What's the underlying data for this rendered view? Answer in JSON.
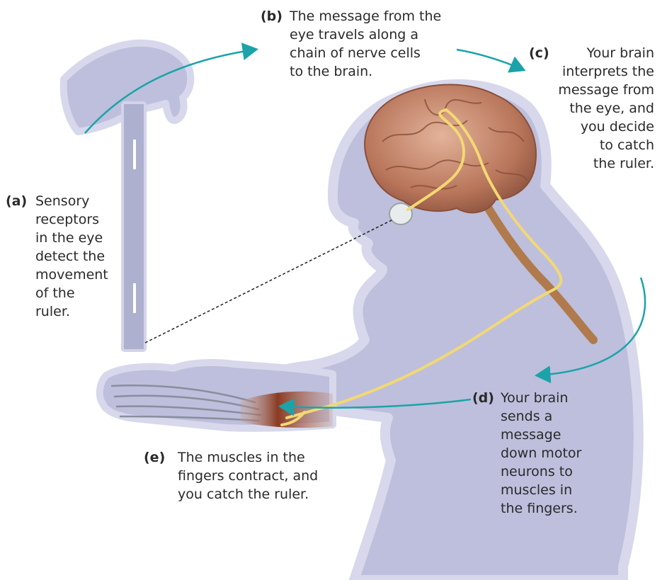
{
  "colors": {
    "body_fill": "#bdbfdc",
    "body_outline": "#d7d8ec",
    "nerve": "#f3d873",
    "spinal_cord": "#b07a4c",
    "brain": "#c98f74",
    "muscle": "#8a3b22",
    "arrow": "#1ba3a9"
  },
  "captions": {
    "a": {
      "letter": "(a)",
      "text": "Sensory\nreceptors\nin the eye\ndetect the\nmovement\nof the\nruler."
    },
    "b": {
      "letter": "(b)",
      "text": "The message from the\neye travels along a\nchain of nerve cells\nto  the brain."
    },
    "c": {
      "letter": "(c)",
      "text": "Your brain\ninterprets the\nmessage from\nthe eye, and\nyou decide\nto catch\nthe ruler."
    },
    "d": {
      "letter": "(d)",
      "text": "Your brain\nsends a\nmessage\ndown motor\nneurons to\nmuscles in\nthe fingers."
    },
    "e": {
      "letter": "(e)",
      "text": "The muscles in the\nfingers contract, and\nyou catch the ruler."
    }
  }
}
